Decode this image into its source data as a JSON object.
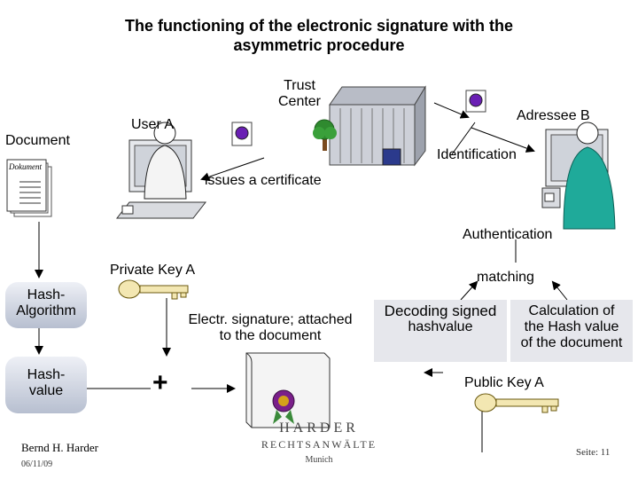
{
  "title_line1": "The functioning of the electronic signature with the",
  "title_line2": "asymmetric procedure",
  "document_label": "Document",
  "doc_page_text": "Dokument",
  "user_a_label": "User A",
  "trust_center_line1": "Trust",
  "trust_center_line2": "Center",
  "adressee_label": "Adressee B",
  "identification_label": "Identification",
  "issues_certificate_label": "issues a certificate",
  "authentication_label": "Authentication",
  "private_key_label": "Private Key A",
  "matching_label": "matching",
  "hash_algorithm_line1": "Hash-",
  "hash_algorithm_line2": "Algorithm",
  "esig_line1": "Electr. signature; attached",
  "esig_line2": "to the document",
  "decoding_line1": "Decoding signed",
  "decoding_line2": "hashvalue",
  "calc_line1": "Calculation of",
  "calc_line2": "the Hash value",
  "calc_line3": "of the document",
  "hash_value_line1": "Hash-",
  "hash_value_line2": "value",
  "plus_sign": "+",
  "public_key_label": "Public Key A",
  "footer_author": "Bernd H. Harder",
  "footer_date": "06/11/09",
  "firm_name": "HARDER",
  "firm_sub": "RECHTSANWÄLTE",
  "firm_city": "Munich",
  "page_label": "Seite: 11"
}
